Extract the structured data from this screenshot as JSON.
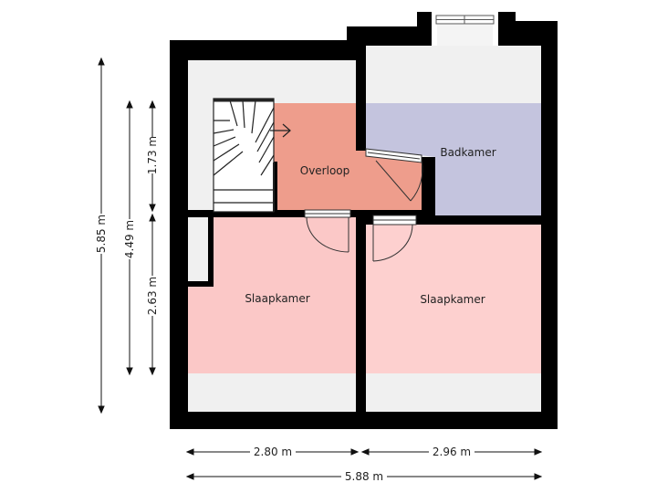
{
  "rooms": {
    "overloop": "Overloop",
    "badkamer": "Badkamer",
    "slaapkamer_left": "Slaapkamer",
    "slaapkamer_right": "Slaapkamer"
  },
  "dimensions": {
    "left_total": "5.85 m",
    "left_middle": "4.49 m",
    "left_upper": "1.73 m",
    "left_lower": "2.63 m",
    "bottom_left": "2.80 m",
    "bottom_right": "2.96 m",
    "bottom_total": "5.88 m"
  },
  "colors": {
    "wall": "#000000",
    "floor": "#f0f0f0",
    "overloop": "#ee9d8c",
    "badkamer": "#c4c4de",
    "slaapkamer": "#fdd0cf",
    "slaapkamer_left_band": "#fbc8c7"
  }
}
